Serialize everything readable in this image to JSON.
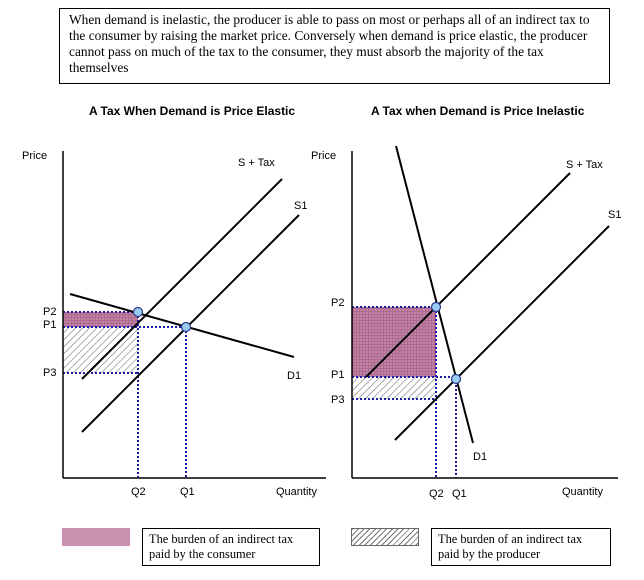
{
  "intro_text": "When demand is inelastic, the producer is able to pass on most or perhaps all of an indirect tax to the consumer by raising the market price. Conversely when demand is price elastic, the producer cannot pass on much of the tax to the consumer, they must absorb the majority of the tax themselves",
  "left_chart": {
    "title": "A Tax When Demand is Price Elastic",
    "y_axis_label": "Price",
    "x_axis_label": "Quantity",
    "labels": {
      "s_tax": "S + Tax",
      "s1": "S1",
      "d1": "D1",
      "p1": "P1",
      "p2": "P2",
      "p3": "P3",
      "q1": "Q1",
      "q2": "Q2"
    }
  },
  "right_chart": {
    "title": "A Tax when Demand is Price Inelastic",
    "y_axis_label": "Price",
    "x_axis_label": "Quantity",
    "labels": {
      "s_tax": "S + Tax",
      "s1": "S1",
      "d1": "D1",
      "p1": "P1",
      "p2": "P2",
      "p3": "P3",
      "q1": "Q1",
      "q2": "Q2"
    }
  },
  "legend": {
    "consumer_text": "The burden of an indirect tax paid by the consumer",
    "producer_text": "The burden of an indirect tax paid by the producer"
  },
  "colors": {
    "consumer_fill": "#b06a90",
    "guide_lines": "#1a1aa8",
    "point_fill": "#99ccf0",
    "axis": "#000000"
  }
}
